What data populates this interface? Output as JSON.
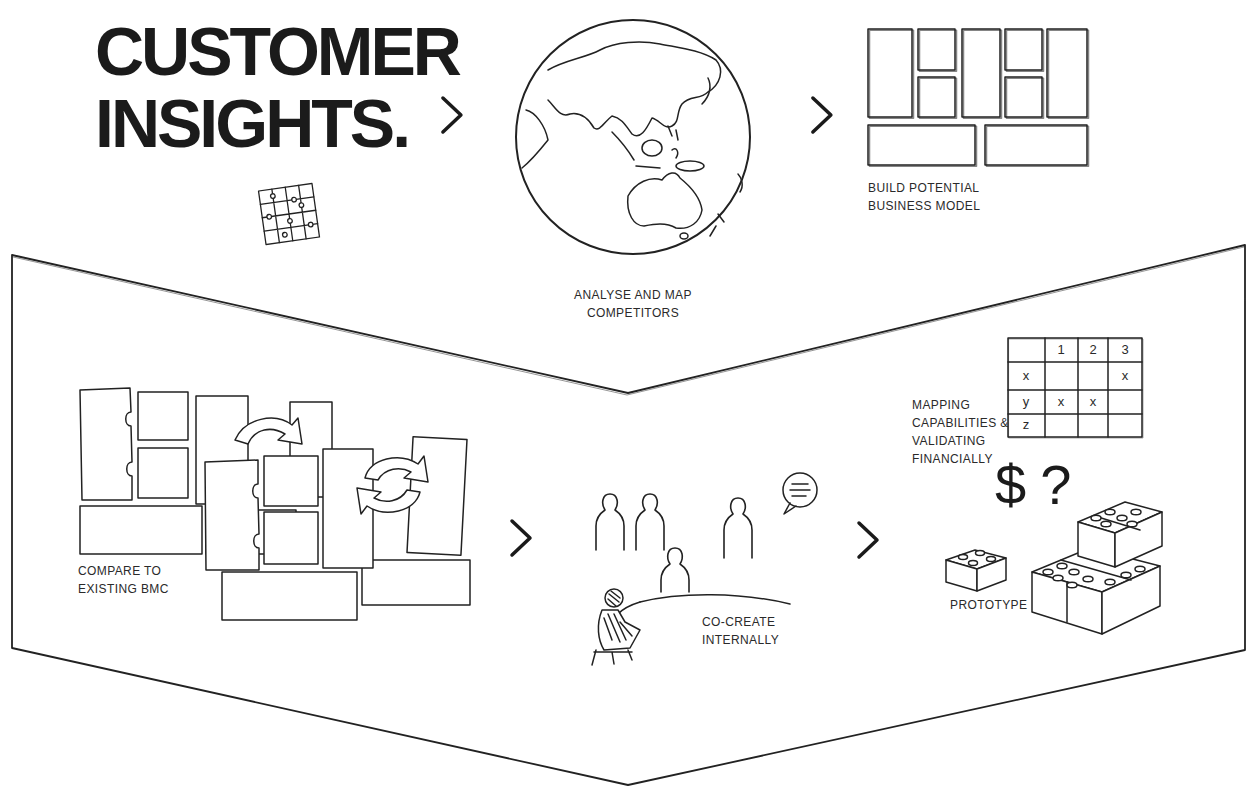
{
  "diagram": {
    "nodes": [
      {
        "text": [
          "CUSTOMER INSIGHTS."
        ]
      },
      {
        "text": [
          "ANALYSE AND MAP COMPETITORS"
        ]
      },
      {
        "text": [
          "BUILD POTENTIAL BUSINESS MODEL"
        ]
      },
      {
        "text": [
          "COMPARE TO EXISTING BMC"
        ]
      },
      {
        "text": [
          "CO-CREATE INTERNALLY"
        ]
      },
      {
        "text": [
          "MAPPING CAPABILITIES & VALIDATING FINANCIALLY",
          "PROTOTYPE"
        ]
      }
    ],
    "edges": [
      {
        "from": 0,
        "to": 1,
        "arrow": "to"
      },
      {
        "from": 1,
        "to": 2,
        "arrow": "to"
      },
      {
        "from": 3,
        "to": 4,
        "arrow": "to"
      },
      {
        "from": 4,
        "to": 5,
        "arrow": "to"
      }
    ],
    "labels": [
      "1",
      "2",
      "3",
      "x",
      "x",
      "y",
      "x",
      "x",
      "z",
      "$?"
    ]
  }
}
